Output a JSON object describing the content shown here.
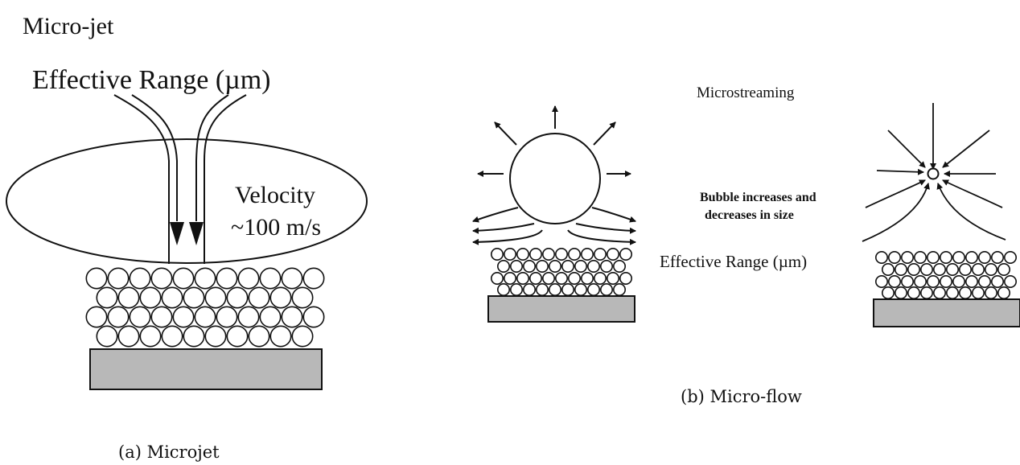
{
  "panel_a": {
    "heading": "Micro-jet",
    "range_label": "Effective Range (µm)",
    "velocity_line1": "Velocity",
    "velocity_line2": "~100 m/s",
    "caption": "(a) Microjet"
  },
  "panel_b": {
    "microstreaming_label": "Microstreaming",
    "bubble_line1": "Bubble increases and",
    "bubble_line2": "decreases in size",
    "range_label": "Effective Range (µm)",
    "caption": "(b) Micro-flow"
  }
}
